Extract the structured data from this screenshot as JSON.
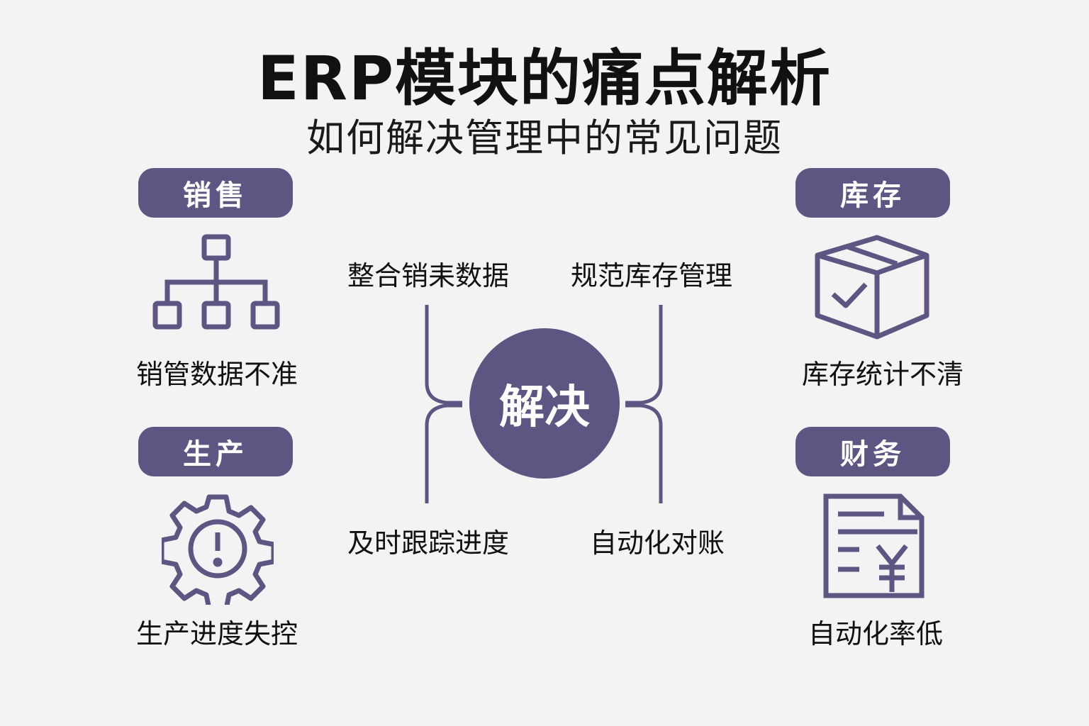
{
  "title": "ERP模块的痛点解析",
  "subtitle": "如何解决管理中的常见问题",
  "center": "解决",
  "modules": [
    {
      "name": "销售",
      "problem": "销管数据不准",
      "icon": "hierarchy-icon"
    },
    {
      "name": "生产",
      "problem": "生产进度失控",
      "icon": "gear-alert-icon"
    },
    {
      "name": "库存",
      "problem": "库存统计不清",
      "icon": "box-check-icon"
    },
    {
      "name": "财务",
      "problem": "自动化率低",
      "icon": "invoice-yen-icon"
    }
  ],
  "solutions": [
    "整合销耒数据",
    "规范库存管理",
    "及时跟踪进度",
    "自动化对账"
  ],
  "colors": {
    "accent": "#5e5583",
    "background": "#f4f3f4"
  }
}
